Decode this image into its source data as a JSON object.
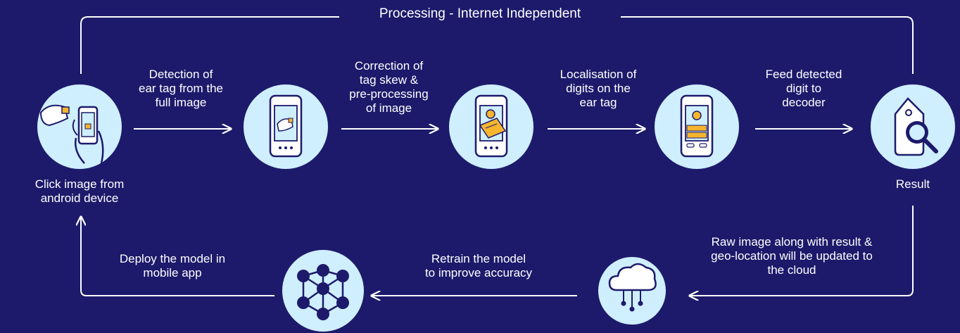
{
  "title": "Processing - Internet Independent",
  "steps": {
    "capture": "Click image from\nandroid device",
    "detect": "Detection of\near tag from the\nfull image",
    "correct": "Correction of\ntag skew &\npre-processing\nof image",
    "localise": "Localisation of\ndigits on the\near tag",
    "feed": "Feed detected\ndigit to\ndecoder",
    "result": "Result",
    "upload": "Raw image along with result &\ngeo-location will be updated to\nthe cloud",
    "retrain": "Retrain the model\nto improve accuracy",
    "deploy": "Deploy the model in\nmobile app"
  },
  "icons": {
    "capture": "hand-phone-cow-icon",
    "detect": "phone-cow-icon",
    "correct": "phone-tag-icon",
    "localise": "phone-digits-icon",
    "result": "tag-search-icon",
    "cloud": "cloud-network-icon",
    "network": "neural-network-icon"
  },
  "colors": {
    "background": "#1d1a6b",
    "circle": "#cfefff",
    "line": "#ffffff",
    "icon_stroke": "#1d1a6b",
    "tag": "#f5b52e"
  }
}
